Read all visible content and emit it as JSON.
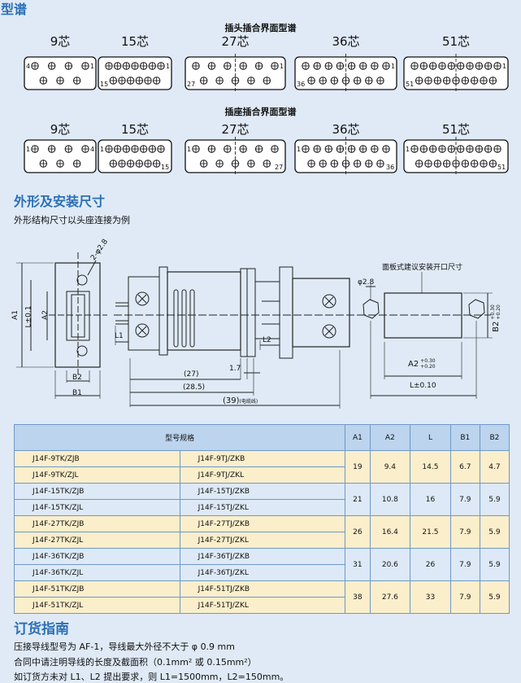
{
  "pattern": {
    "title": "型谱",
    "plug_title": "插头插合界面型谱",
    "socket_title": "插座插合界面型谱",
    "labels": [
      "9芯",
      "15芯",
      "27芯",
      "36芯",
      "51芯"
    ],
    "plug_pins": [
      {
        "left": "4",
        "right": "1",
        "bl": ""
      },
      {
        "left": "",
        "right": "1",
        "bl": "15"
      },
      {
        "left": "",
        "right": "1",
        "bl": "27"
      },
      {
        "left": "",
        "right": "1",
        "bl": "36"
      },
      {
        "left": "",
        "right": "1",
        "bl": "51"
      }
    ],
    "socket_pins": [
      {
        "left": "1",
        "right": "4",
        "br": ""
      },
      {
        "left": "1",
        "right": "",
        "br": "15"
      },
      {
        "left": "1",
        "right": "",
        "br": "27"
      },
      {
        "left": "1",
        "right": "",
        "br": "36"
      },
      {
        "left": "1",
        "right": "",
        "br": "51"
      }
    ]
  },
  "dimensions": {
    "title": "外形及安装尺寸",
    "subtitle": "外形结构尺寸以头座连接为例",
    "panel_label": "面板式建议安装开口尺寸",
    "labels": {
      "phi28a": "2-φ2.8",
      "phi28b": "φ2.8",
      "a1": "A1",
      "l01": "L±0.1",
      "a2": "A2",
      "b2": "B2",
      "b1": "B1",
      "l1": "L1",
      "l2": "L2",
      "d17": "1.7",
      "d27": "(27)",
      "d285": "(28.5)",
      "d39": "(39)",
      "d39note": "(电缆线)",
      "a2tol": "A2",
      "a2tol_p": "+0.30",
      "a2tol_m": "+0.20",
      "b2tol": "B2",
      "b2tol_p": "+0.30",
      "b2tol_m": "+0.20",
      "ltol": "L±0.10"
    }
  },
  "table": {
    "headers": [
      "型号规格",
      "A1",
      "A2",
      "L",
      "B1",
      "B2"
    ],
    "rows": [
      {
        "m1": "J14F-9TK/ZJB",
        "m2": "J14F-9TJ/ZKB",
        "m3": "J14F-9TK/ZJL",
        "m4": "J14F-9TJ/ZKL",
        "a1": "19",
        "a2": "9.4",
        "l": "14.5",
        "b1": "6.7",
        "b2": "4.7",
        "tone": "yel"
      },
      {
        "m1": "J14F-15TK/ZJB",
        "m2": "J14F-15TJ/ZKB",
        "m3": "J14F-15TK/ZJL",
        "m4": "J14F-15TJ/ZKL",
        "a1": "21",
        "a2": "10.8",
        "l": "16",
        "b1": "7.9",
        "b2": "5.9",
        "tone": "blu"
      },
      {
        "m1": "J14F-27TK/ZJB",
        "m2": "J14F-27TJ/ZKB",
        "m3": "J14F-27TK/ZJL",
        "m4": "J14F-27TJ/ZKL",
        "a1": "26",
        "a2": "16.4",
        "l": "21.5",
        "b1": "7.9",
        "b2": "5.9",
        "tone": "yel"
      },
      {
        "m1": "J14F-36TK/ZJB",
        "m2": "J14F-36TJ/ZKB",
        "m3": "J14F-36TK/ZJL",
        "m4": "J14F-36TJ/ZKL",
        "a1": "31",
        "a2": "20.6",
        "l": "26",
        "b1": "7.9",
        "b2": "5.9",
        "tone": "blu"
      },
      {
        "m1": "J14F-51TK/ZJB",
        "m2": "J14F-51TJ/ZKB",
        "m3": "J14F-51TK/ZJL",
        "m4": "J14F-51TJ/ZKL",
        "a1": "38",
        "a2": "27.6",
        "l": "33",
        "b1": "7.9",
        "b2": "5.9",
        "tone": "yel"
      }
    ]
  },
  "order": {
    "title": "订货指南",
    "lines": [
      "压接导线型号为 AF-1，导线最大外径不大于 φ 0.9 mm",
      "合同中请注明导线的长度及截面积（0.1mm² 或 0.15mm²）",
      "如订货方未对 L1、L2 提出要求，则 L1=1500mm，L2=150mm。"
    ]
  },
  "colors": {
    "heading": "#2b6fb6",
    "table_border": "#6f98c6",
    "row_yellow": "#fbeecb",
    "row_blue": "#dde9f6"
  }
}
